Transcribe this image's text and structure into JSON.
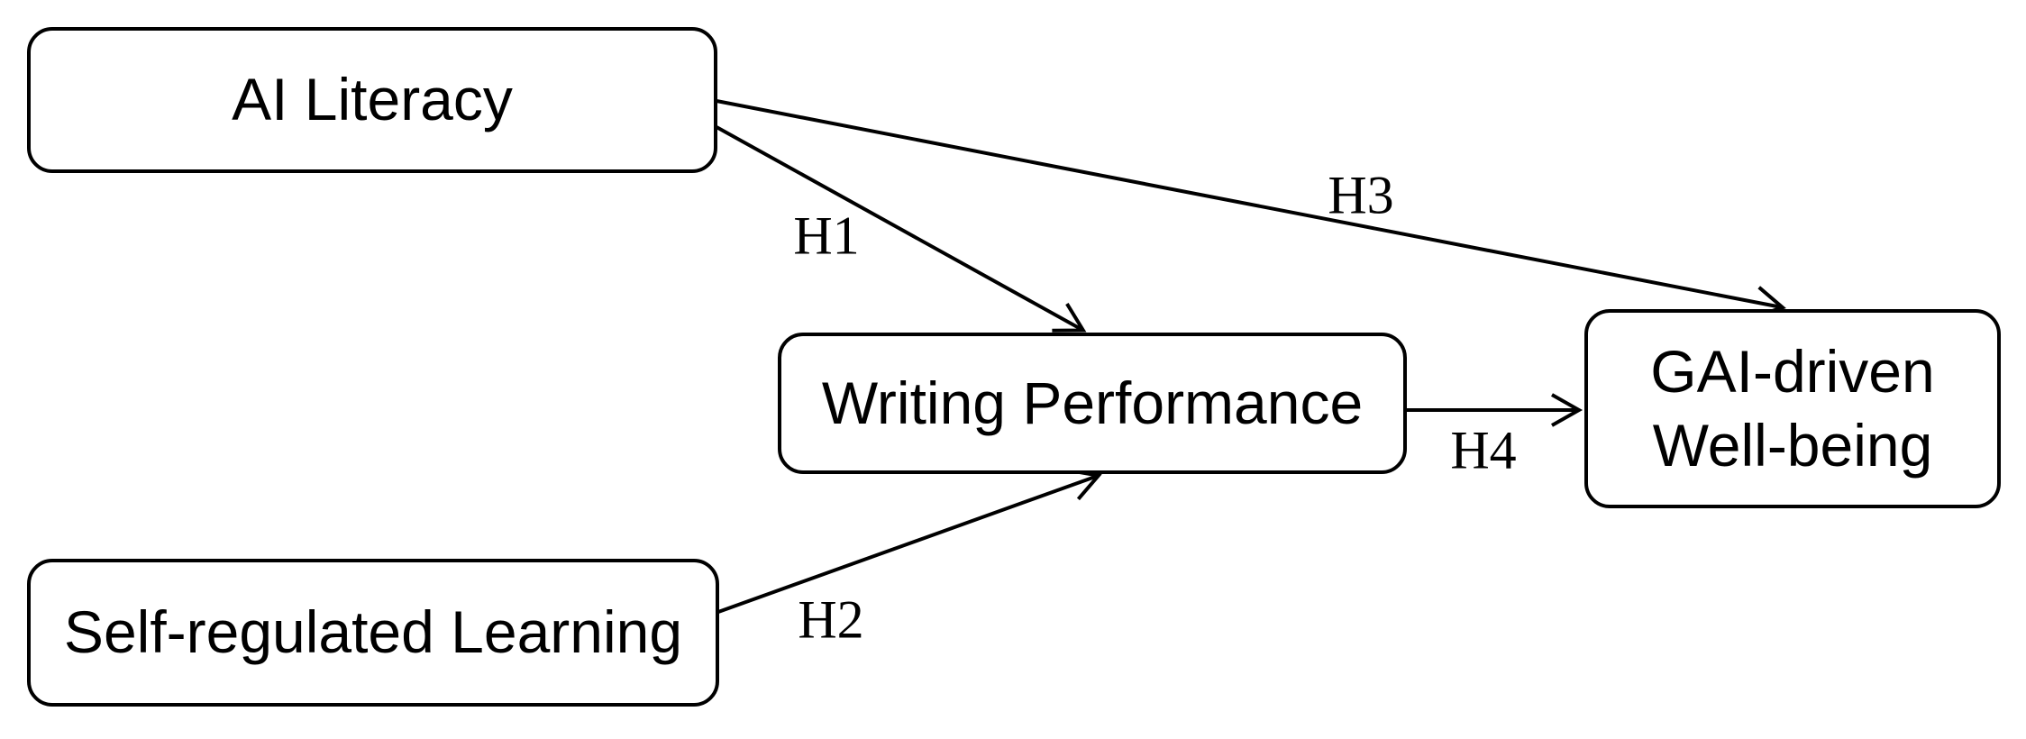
{
  "diagram": {
    "type": "hypothesis-path-model",
    "colors": {
      "background": "#ffffff",
      "stroke": "#000000",
      "text": "#000000"
    },
    "nodes": {
      "ai_literacy": {
        "label": "AI Literacy"
      },
      "self_regulated_learning": {
        "label": "Self-regulated Learning"
      },
      "writing_performance": {
        "label": "Writing Performance"
      },
      "gai_driven_well_being": {
        "label": "GAI-driven Well-being"
      }
    },
    "edges": [
      {
        "label": "H1",
        "from": "AI Literacy",
        "to": "Writing Performance"
      },
      {
        "label": "H2",
        "from": "Self-regulated Learning",
        "to": "Writing Performance"
      },
      {
        "label": "H3",
        "from": "AI Literacy",
        "to": "GAI-driven Well-being"
      },
      {
        "label": "H4",
        "from": "Writing Performance",
        "to": "GAI-driven Well-being"
      }
    ]
  }
}
